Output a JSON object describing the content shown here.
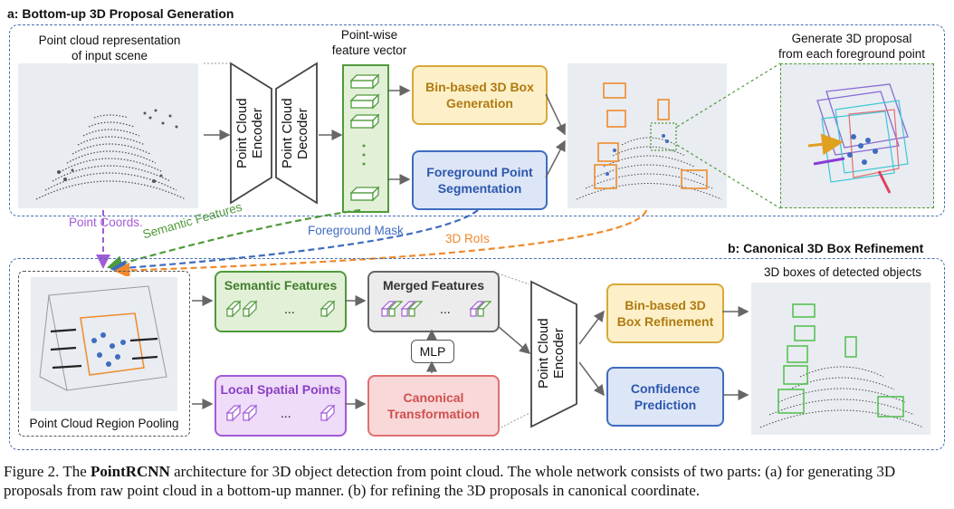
{
  "section_a": {
    "title": "a: Bottom-up 3D Proposal Generation",
    "input_label_1": "Point cloud representation",
    "input_label_2": "of input scene",
    "encoder": "Point Cloud Encoder",
    "decoder": "Point Cloud Decoder",
    "feature_vector_label_1": "Point-wise",
    "feature_vector_label_2": "feature vector",
    "bin_box_generation": "Bin-based 3D Box Generation",
    "foreground_segmentation": "Foreground Point Segmentation",
    "proposal_label_1": "Generate 3D proposal",
    "proposal_label_2": "from each foreground point"
  },
  "connectors": {
    "point_coords": "Point Coords.",
    "semantic_features": "Semantic Features",
    "foreground_mask": "Foreground Mask",
    "rois": "3D RoIs"
  },
  "section_b": {
    "title": "b: Canonical 3D Box Refinement",
    "region_pooling": "Point Cloud Region Pooling",
    "semantic_features": "Semantic Features",
    "merged_features": "Merged Features",
    "local_spatial_points": "Local Spatial Points",
    "canonical_transformation": "Canonical Transformation",
    "mlp": "MLP",
    "encoder": "Point Cloud Encoder",
    "bin_box_refinement": "Bin-based 3D Box Refinement",
    "confidence_prediction": "Confidence Prediction",
    "detected_label": "3D boxes of detected objects",
    "ellipsis": "..."
  },
  "caption": {
    "prefix": "Figure 2. The ",
    "name": "PointRCNN",
    "rest": " architecture for 3D object detection from point cloud.  The whole network consists of two parts: (a) for generating 3D proposals from raw point cloud in a bottom-up manner. (b) for refining the 3D proposals in canonical coordinate."
  },
  "colors": {
    "panel_border": "#4a6fb0",
    "orange": "#f08a2c",
    "green": "#4f9a3b",
    "blue": "#3f6cc0",
    "purple": "#a25bd6",
    "red": "#e07070"
  }
}
